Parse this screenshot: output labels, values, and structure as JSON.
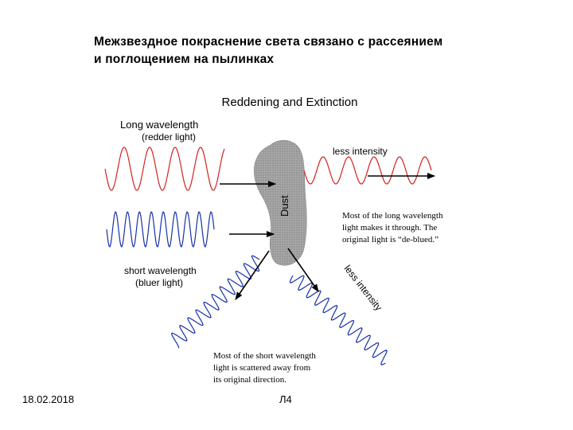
{
  "slide": {
    "title_line1": "Межзвездное покраснение света связано с рассеянием",
    "title_line2": "и поглощением на пылинках",
    "date": "18.02.2018",
    "slide_label": "Л4"
  },
  "figure": {
    "heading": "Reddening and Extinction",
    "long_wavelength": "Long wavelength",
    "redder_light": "(redder light)",
    "less_intensity_top": "less intensity",
    "dust": "Dust",
    "long_note": [
      "Most of the long wavelength",
      "light makes it through. The",
      "original light is “de-blued.”"
    ],
    "short_wavelength": "short wavelength",
    "bluer_light": "(bluer light)",
    "less_intensity_diag": "less intensity",
    "short_note": [
      "Most of the short wavelength",
      "light is scattered away from",
      "its original direction."
    ]
  },
  "colors": {
    "red_wave": "#d62020",
    "blue_wave": "#1830a8",
    "dust": "#9a9a9a"
  }
}
